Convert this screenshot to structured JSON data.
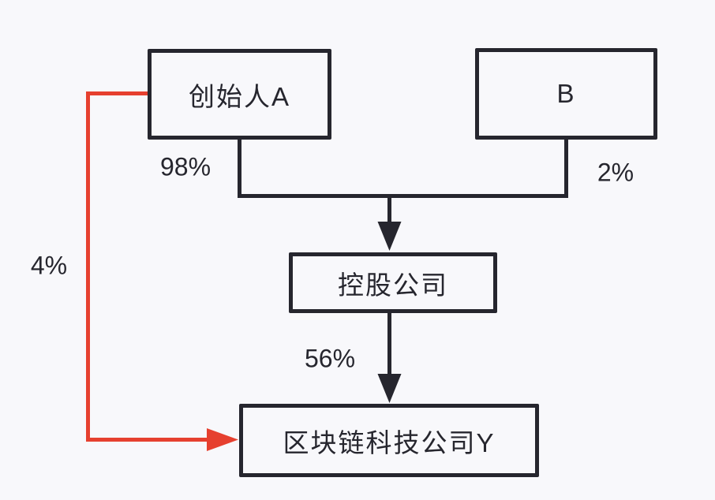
{
  "diagram": {
    "title": "equity-structure",
    "colors": {
      "background": "#f8f8fb",
      "line": "#26262e",
      "highlight_red": "#e6402f",
      "text": "#26262e"
    },
    "nodes": {
      "founder_a": {
        "label": "创始人A"
      },
      "b": {
        "label": "B"
      },
      "holding": {
        "label": "控股公司"
      },
      "blockchain": {
        "label": "区块链科技公司Y"
      }
    },
    "edges": {
      "founder_a_to_holding": {
        "label": "98%"
      },
      "b_to_holding": {
        "label": "2%"
      },
      "holding_to_blockchain": {
        "label": "56%"
      },
      "founder_a_to_blockchain": {
        "label": "4%"
      }
    }
  }
}
